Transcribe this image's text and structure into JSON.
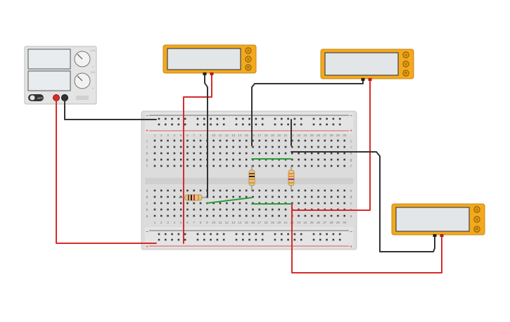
{
  "power_supply": {
    "switch_label": "OFF",
    "knob_labels": [
      "C.V.",
      "+",
      "C.C.",
      "+"
    ]
  },
  "meters": [
    {
      "id": "meter-top-center",
      "buttons": [
        "A",
        "V",
        "R"
      ]
    },
    {
      "id": "meter-top-right",
      "buttons": [
        "A",
        "V",
        "R"
      ]
    },
    {
      "id": "meter-bottom-right",
      "buttons": [
        "A",
        "V",
        "R"
      ]
    }
  ],
  "breadboard": {
    "rail_minus": "−",
    "rail_plus": "+",
    "row_letters_top": [
      "j",
      "i",
      "h",
      "g",
      "f"
    ],
    "row_letters_bottom": [
      "e",
      "d",
      "c",
      "b",
      "a"
    ],
    "column_numbers": [
      "1",
      "2",
      "3",
      "4",
      "5",
      "6",
      "7",
      "8",
      "9",
      "10",
      "11",
      "12",
      "13",
      "14",
      "15",
      "16",
      "17",
      "18",
      "19",
      "20",
      "21",
      "22",
      "23",
      "24",
      "25",
      "26",
      "27",
      "28",
      "29",
      "30"
    ]
  },
  "colors": {
    "meter_body": "#F2A91C",
    "meter_screen": "#E3E6E9",
    "wire_red": "#D62B2B",
    "wire_black": "#333333",
    "wire_green": "#2E9C3A",
    "board": "#DCDCDC",
    "hole": "#3C3C3C"
  }
}
